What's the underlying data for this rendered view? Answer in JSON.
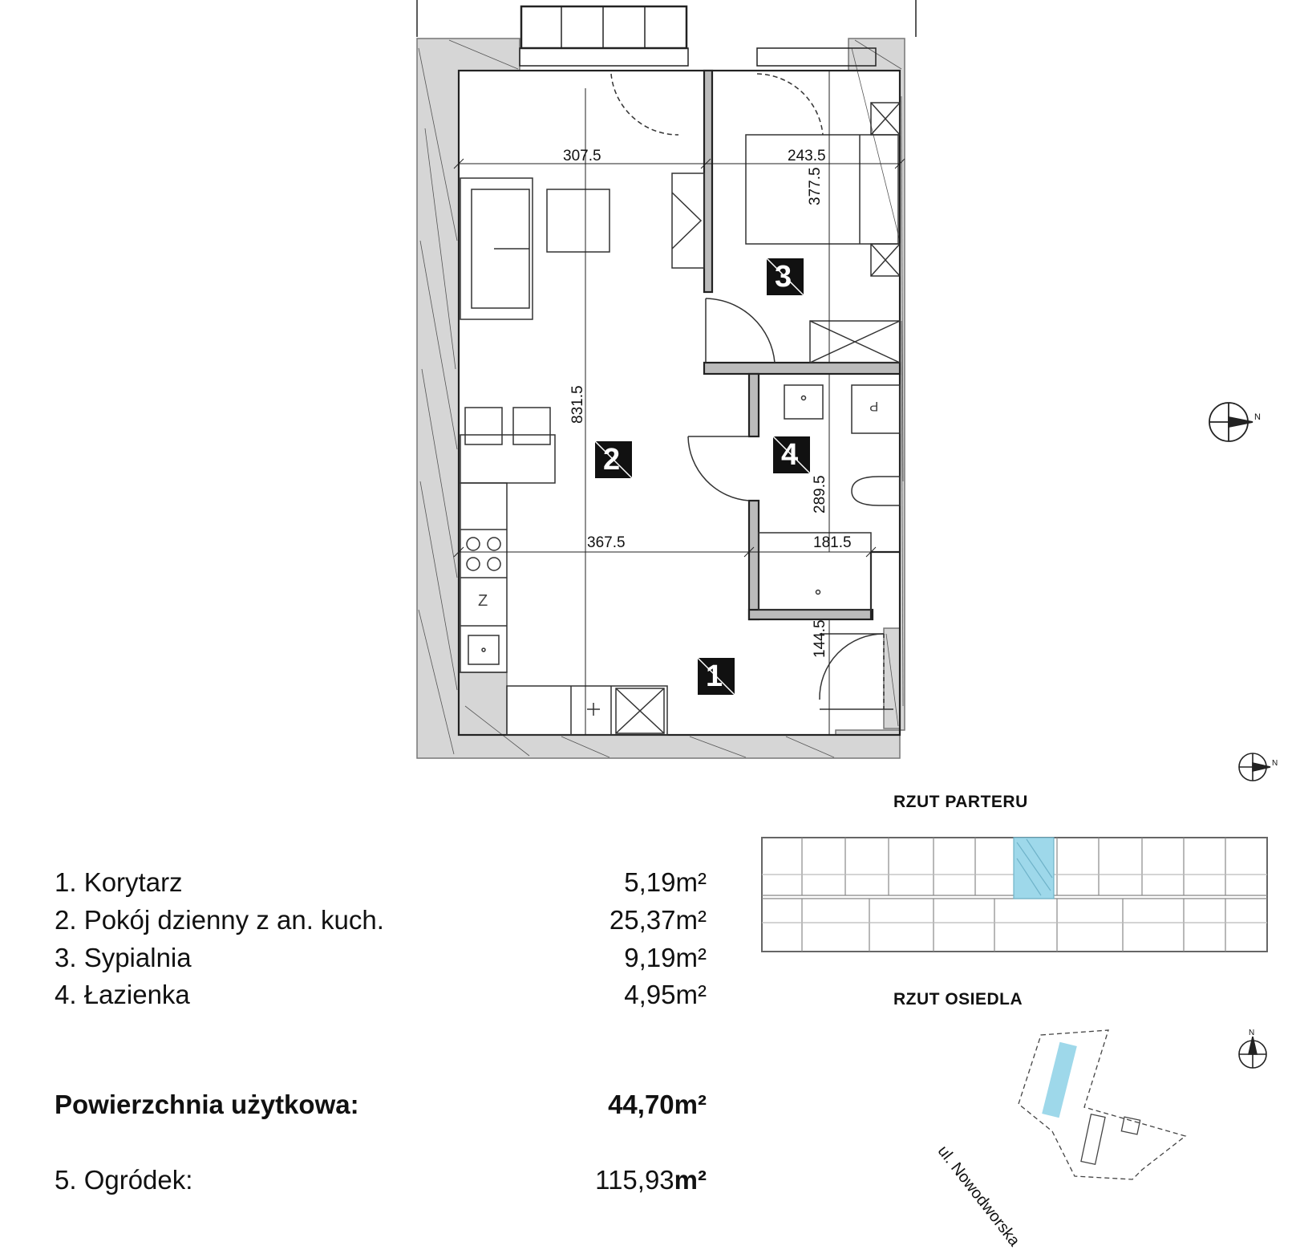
{
  "plan": {
    "dimensions": {
      "d1": "307.5",
      "d2": "243.5",
      "d3": "377.5",
      "d4": "831.5",
      "d5": "367.5",
      "d6": "181.5",
      "d7": "289.5",
      "d8": "144.5"
    },
    "room_markers": [
      "1",
      "2",
      "3",
      "4"
    ],
    "appliance_labels": {
      "fridge": "Z",
      "toilet_tank": "P"
    }
  },
  "rooms": [
    {
      "label": "1. Korytarz",
      "area_num": "5,19",
      "unit": "m²"
    },
    {
      "label": "2. Pokój dzienny z an. kuch.",
      "area_num": "25,37",
      "unit": "m²"
    },
    {
      "label": "3. Sypialnia",
      "area_num": "9,19",
      "unit": "m²"
    },
    {
      "label": "4. Łazienka",
      "area_num": "4,95",
      "unit": "m²"
    }
  ],
  "total": {
    "label": "Powierzchnia użytkowa:",
    "area": "44,70m²"
  },
  "garden": {
    "label": "5. Ogródek:",
    "area_num": "115,93",
    "unit": "m²"
  },
  "sections": {
    "ground_floor_title": "RZUT PARTERU",
    "estate_title": "RZUT OSIEDLA"
  },
  "street_label": "ul. Nowodworska",
  "compass": {
    "north_label": "N"
  },
  "colors": {
    "highlight": "#9ed8ea",
    "wall": "#8c8c8c",
    "line": "#222222"
  }
}
